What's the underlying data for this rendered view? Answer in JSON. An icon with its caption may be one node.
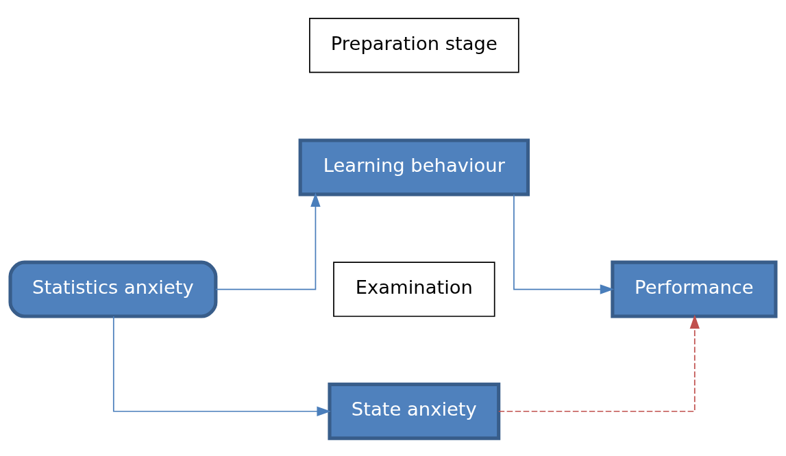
{
  "diagram": {
    "nodes": [
      {
        "text": [
          "Preparation stage"
        ]
      },
      {
        "text": [
          "Examination"
        ]
      },
      {
        "text": [
          "State anxiety"
        ]
      },
      {
        "text": [
          "Statistics anxiety"
        ]
      },
      {
        "text": [
          "Performance"
        ]
      },
      {
        "text": [
          "Learning behaviour"
        ]
      }
    ],
    "edges": [
      {
        "from": 3,
        "to": 2,
        "arrow": "to"
      },
      {
        "from": 3,
        "to": 5,
        "arrow": "to"
      },
      {
        "from": 5,
        "to": 4,
        "arrow": "to"
      },
      {
        "from": 2,
        "to": 4,
        "arrow": "to",
        "style": "dashed",
        "color": "#c0504d"
      }
    ]
  }
}
